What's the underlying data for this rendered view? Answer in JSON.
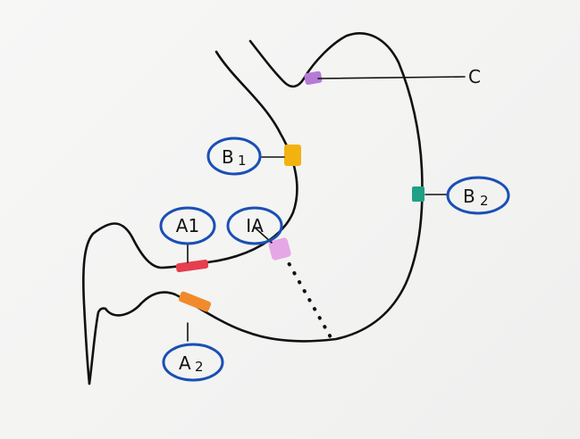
{
  "colors": {
    "outline": "#111111",
    "ring": "#1a4fb5",
    "mark_c": "#b57ad6",
    "mark_b1": "#f2b311",
    "mark_b2": "#1fa084",
    "mark_a1": "#e53e4f",
    "mark_1a": "#e7a7e6",
    "mark_a2": "#f08a2c"
  },
  "labels": {
    "c": "C",
    "b1_main": "B",
    "b1_sub": "1",
    "b2_main": "B",
    "b2_sub": "2",
    "a1": "A1",
    "ia": "IA",
    "a2_main": "A",
    "a2_sub": "2"
  }
}
